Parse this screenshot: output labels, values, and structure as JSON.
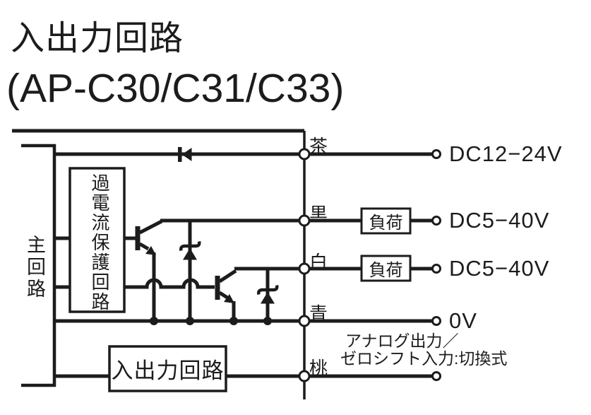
{
  "colors": {
    "ink": "#1c1c1c",
    "background": "#ffffff"
  },
  "title": {
    "line1": "入出力回路",
    "line2": "(AP-C30/C31/C33)"
  },
  "diagram": {
    "main_circuit_label": "主回路",
    "overcurrent_box_label": "過電流保護回路",
    "io_box_label": "入出力回路",
    "wires": [
      {
        "name": "brown",
        "color_label": "茶",
        "terminal_label": "DC12−24V"
      },
      {
        "name": "black",
        "color_label": "黒",
        "terminal_label": "DC5−40V",
        "load_label": "負荷"
      },
      {
        "name": "white",
        "color_label": "白",
        "terminal_label": "DC5−40V",
        "load_label": "負荷"
      },
      {
        "name": "blue",
        "color_label": "青",
        "terminal_label": "0V"
      },
      {
        "name": "pink",
        "color_label": "桃"
      }
    ],
    "pink_annotation": {
      "line1": "アナログ出力／",
      "line2": "ゼロシフト入力:切換式"
    }
  }
}
